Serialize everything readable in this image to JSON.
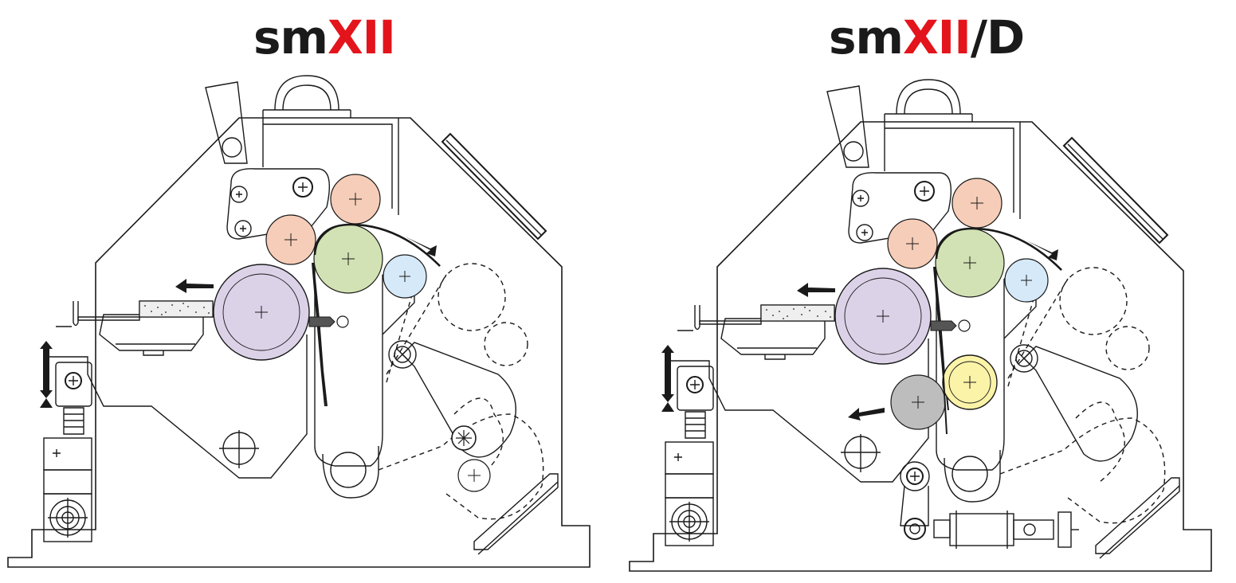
{
  "titles": {
    "left": {
      "prefix": "sm",
      "highlight": "XII",
      "suffix": ""
    },
    "right": {
      "prefix": "sm",
      "highlight": "XII",
      "suffix": "/D"
    }
  },
  "colors": {
    "brand_red": "#e3141b",
    "text_dark": "#1a1a1a",
    "roller_salmon": "#f6cdb8",
    "roller_green": "#d2e2b4",
    "roller_blue": "#d6e9f8",
    "roller_purple": "#dcd2e8",
    "roller_yellow": "#fbf3a8",
    "roller_grey": "#bdbdbd",
    "line": "#1a1a1a"
  }
}
